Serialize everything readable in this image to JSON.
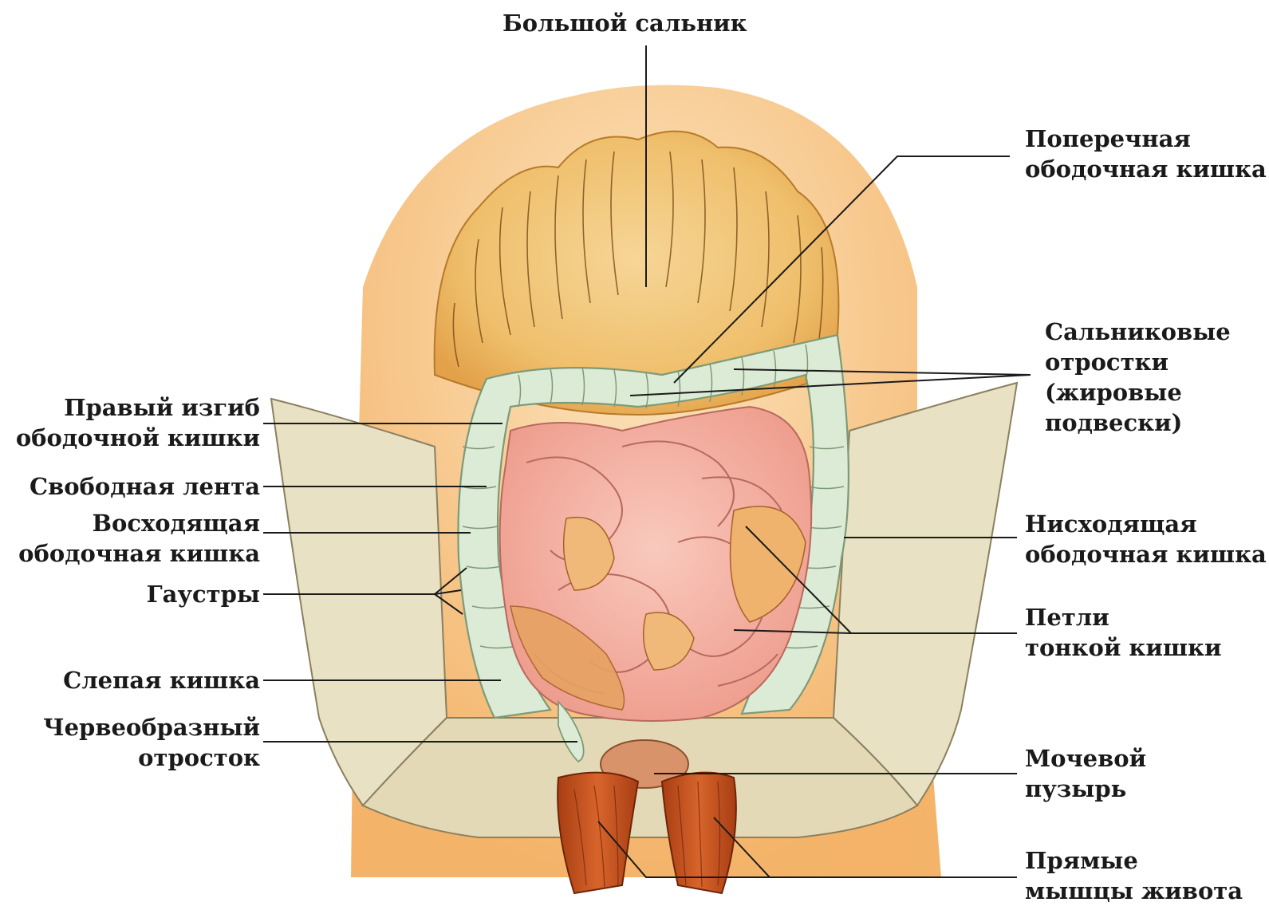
{
  "labels": {
    "greater_omentum": "Большой сальник",
    "transverse_colon": [
      "Поперечная",
      "ободочная кишка"
    ],
    "appendices_epiploicae": [
      "Сальниковые",
      "отростки",
      "(жировые",
      "подвески)"
    ],
    "right_colic_flexure": [
      "Правый изгиб",
      "ободочной кишки"
    ],
    "free_taenia": "Свободная лента",
    "ascending_colon": [
      "Восходящая",
      "ободочная кишка"
    ],
    "haustra": "Гаустры",
    "descending_colon": [
      "Нисходящая",
      "ободочная кишка"
    ],
    "small_intestine_loops": [
      "Петли",
      "тонкой кишки"
    ],
    "cecum": "Слепая кишка",
    "appendix": [
      "Червеобразный",
      "отросток"
    ],
    "bladder": [
      "Мочевой",
      "пузырь"
    ],
    "rectus_muscles": [
      "Прямые",
      "мышцы живота"
    ]
  },
  "colors": {
    "omentum": "#f0c47a",
    "omentum_dark": "#d99a3c",
    "skin": "#f3ab58",
    "peritoneum": "#e9e1c4",
    "colon": "#dcebd6",
    "small_intestine": "#f4b3a8",
    "mesentery": "#e8a86a",
    "muscle": "#c6531f",
    "bladder": "#d9936a",
    "leader": "#1a1a1a"
  }
}
